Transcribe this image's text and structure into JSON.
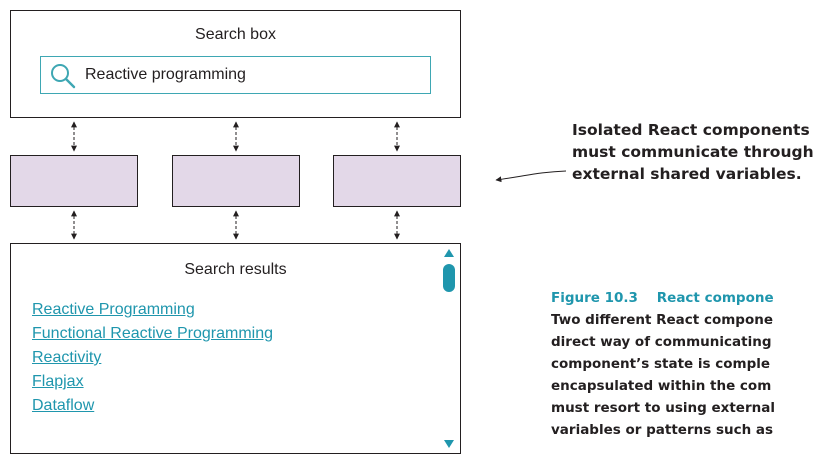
{
  "search_panel": {
    "title": "Search box",
    "query": "Reactive programming",
    "icon": "search-icon",
    "accent_color": "#3ea7b3"
  },
  "components": {
    "count": 3,
    "fill_color": "#e3d8e8"
  },
  "results_panel": {
    "title": "Search results",
    "link_color": "#1f96ad",
    "links": [
      "Reactive Programming",
      "Functional Reactive Programming",
      "Reactivity",
      "Flapjax",
      "Dataflow"
    ]
  },
  "annotation": {
    "text": "Isolated React components\nmust communicate through\nexternal shared variables."
  },
  "caption": {
    "figure_number": "Figure 10.3",
    "title": "React compone",
    "lines": [
      "Two different React compone",
      "direct way of communicating",
      "component’s state is comple",
      "encapsulated within the com",
      "must resort to using external",
      "variables or patterns such as"
    ]
  }
}
